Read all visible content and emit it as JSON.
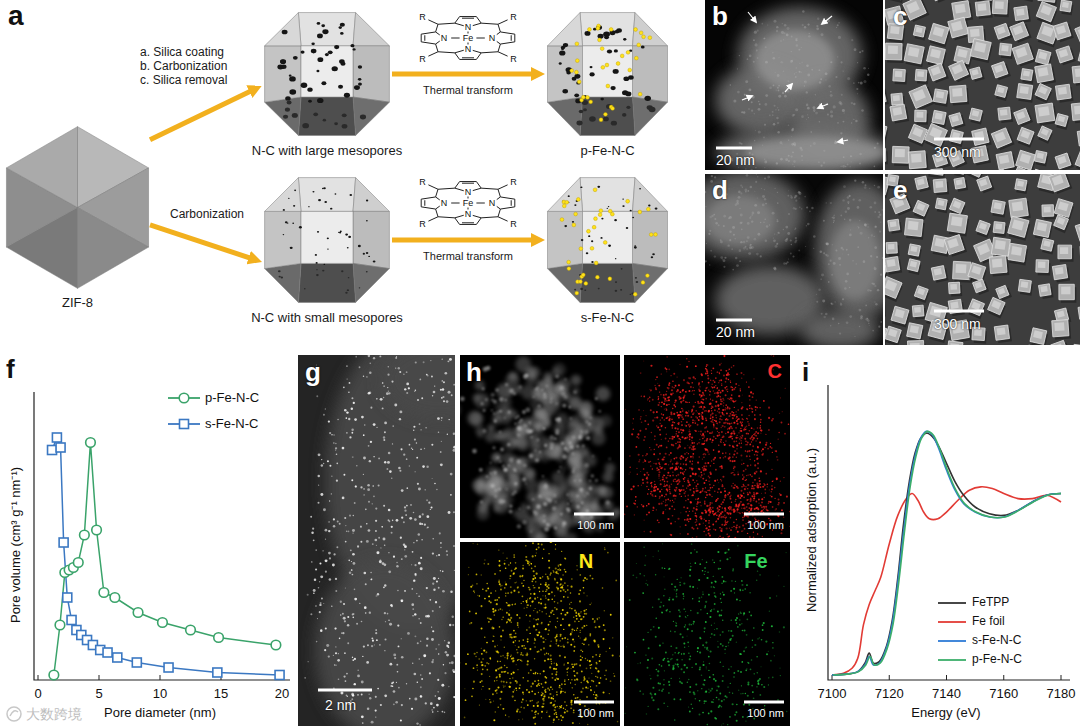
{
  "diagram": {
    "nodes": [
      {
        "text": [
          "ZIF-8"
        ]
      },
      {
        "text": [
          "N-C with large mesopores"
        ]
      },
      {
        "text": [
          "p-Fe-N-C"
        ]
      },
      {
        "text": [
          "N-C with small mesopores"
        ]
      },
      {
        "text": [
          "s-Fe-N-C"
        ]
      }
    ],
    "edges": [
      {
        "from": 0,
        "to": 1,
        "arrow": "to",
        "label": "a. Silica coating b. Carbonization c. Silica removal"
      },
      {
        "from": 0,
        "to": 3,
        "arrow": "to",
        "label": "Carbonization"
      },
      {
        "from": 1,
        "to": 2,
        "arrow": "to",
        "label": "Thermal transform"
      },
      {
        "from": 3,
        "to": 4,
        "arrow": "to",
        "label": "Thermal transform"
      }
    ],
    "labels": [
      "a",
      "R",
      "R",
      "R",
      "R",
      "N",
      "N",
      "N",
      "N",
      "Fe",
      "R",
      "R",
      "R",
      "R",
      "N",
      "N",
      "N",
      "N",
      "Fe",
      "b",
      "20 nm",
      "c",
      "300 nm",
      "d",
      "20 nm",
      "e",
      "300 nm",
      "f",
      "Pore volume (cm³ g⁻¹ nm⁻¹)",
      "0",
      "5",
      "10",
      "15",
      "20",
      "Pore diameter (nm)",
      "g",
      "2 nm",
      "h",
      "100 nm",
      "C",
      "100 nm",
      "N",
      "100 nm",
      "Fe",
      "100 nm",
      "i",
      "Normalized adsorption (a.u.)",
      "7100",
      "7120",
      "7140",
      "7160",
      "7180",
      "Energy (eV)",
      "大数跨境"
    ],
    "legend": [
      {
        "text": "p-Fe-N-C"
      },
      {
        "text": "s-Fe-N-C"
      },
      {
        "text": "FeTPP"
      },
      {
        "text": "Fe foil"
      },
      {
        "text": "s-Fe-N-C"
      },
      {
        "text": "p-Fe-N-C"
      }
    ]
  }
}
